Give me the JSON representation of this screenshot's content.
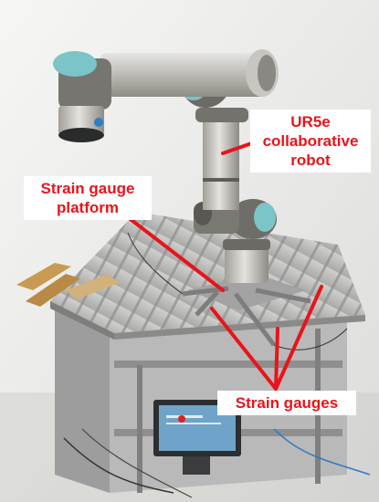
{
  "labels": {
    "robot": [
      "UR5e",
      "collaborative",
      "robot"
    ],
    "platform": [
      "Strain gauge",
      "platform"
    ],
    "gauges": [
      "Strain gauges"
    ]
  },
  "colors": {
    "annotation": "#e8141b",
    "background": "#f2f2f0",
    "robot_cap": "#7bc4c7",
    "robot_metal": "#c9c7c2",
    "table_frame": "#b4b5b5",
    "monitor_screen": "#6fa4c8"
  }
}
